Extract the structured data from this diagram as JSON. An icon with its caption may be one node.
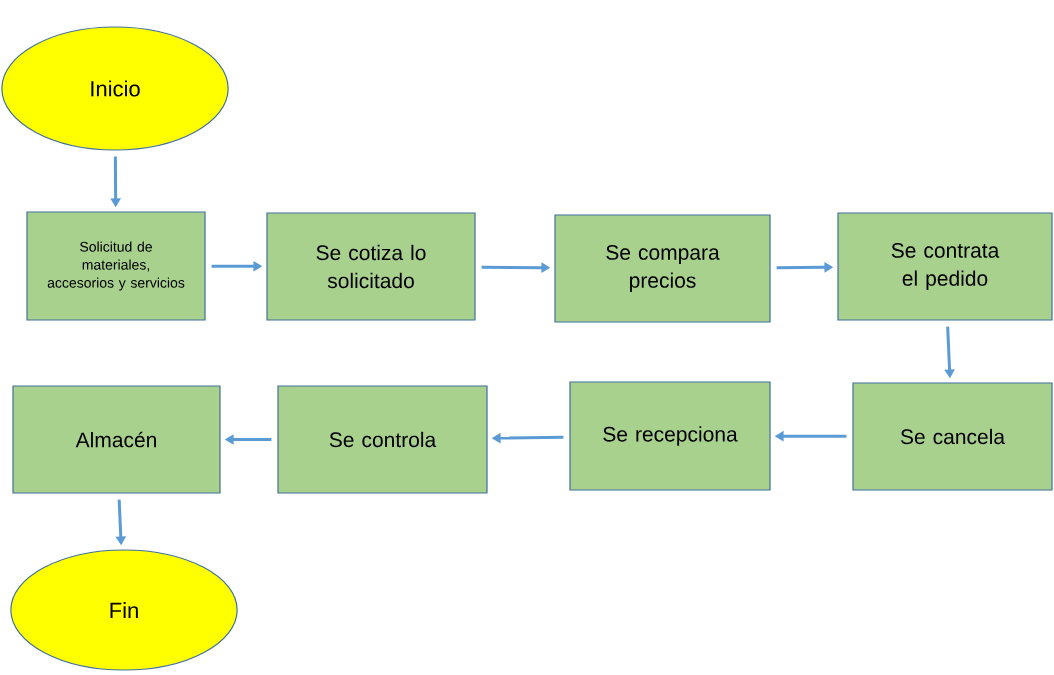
{
  "diagram": {
    "nodes": [
      {
        "text": [
          "Inicio"
        ]
      },
      {
        "text": [
          "Solicitud de materiales, accesorios y servicios"
        ]
      },
      {
        "text": [
          "Se cotiza lo solicitado"
        ]
      },
      {
        "text": [
          "Se compara precios"
        ]
      },
      {
        "text": [
          "Se contrata el pedido"
        ]
      },
      {
        "text": [
          "Se cancela"
        ]
      },
      {
        "text": [
          "Se recepciona"
        ]
      },
      {
        "text": [
          "Se controla"
        ]
      },
      {
        "text": [
          "Almacén"
        ]
      },
      {
        "text": [
          "Fin"
        ]
      }
    ],
    "edges": [
      {
        "from": 0,
        "to": 1,
        "arrow": "to"
      },
      {
        "from": 1,
        "to": 2,
        "arrow": "to"
      },
      {
        "from": 2,
        "to": 3,
        "arrow": "to"
      },
      {
        "from": 3,
        "to": 4,
        "arrow": "to"
      },
      {
        "from": 4,
        "to": 5,
        "arrow": "to"
      },
      {
        "from": 5,
        "to": 6,
        "arrow": "to"
      },
      {
        "from": 6,
        "to": 7,
        "arrow": "to"
      },
      {
        "from": 7,
        "to": 8,
        "arrow": "to"
      },
      {
        "from": 8,
        "to": 9,
        "arrow": "to"
      }
    ]
  }
}
